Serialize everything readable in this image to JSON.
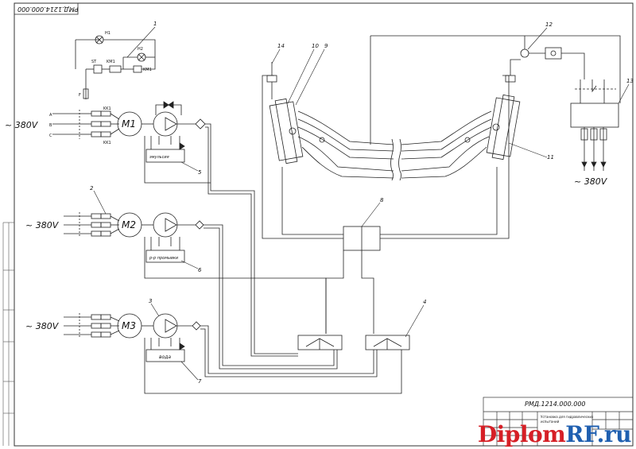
{
  "drawing": {
    "code": "РМД.1214.000.000",
    "code_top": "РМД.1214.000.000",
    "title_lines": [
      "Установка для гидравлических",
      "испытаний"
    ]
  },
  "voltages": {
    "m1": "~ 380V",
    "m2": "~ 380V",
    "m3": "~ 380V",
    "right": "~ 380V"
  },
  "motors": [
    "M1",
    "M2",
    "M3"
  ],
  "phase_labels": [
    "A",
    "B",
    "C"
  ],
  "control_labels": {
    "h1": "H1",
    "h2": "H2",
    "st": "ST",
    "km1": "KM1",
    "km1b": "KM1",
    "kk1": "KK1",
    "kk1b": "KK1",
    "f": "F"
  },
  "fluid_labels": {
    "p1": "эмульсия",
    "p2": "р-р промывки",
    "p3": "вода"
  },
  "callouts": [
    "1",
    "2",
    "3",
    "4",
    "5",
    "6",
    "7",
    "8",
    "9",
    "10",
    "11",
    "12",
    "13",
    "14"
  ],
  "watermark": {
    "diplom": "Diplom",
    "rf": "RF.ru"
  }
}
